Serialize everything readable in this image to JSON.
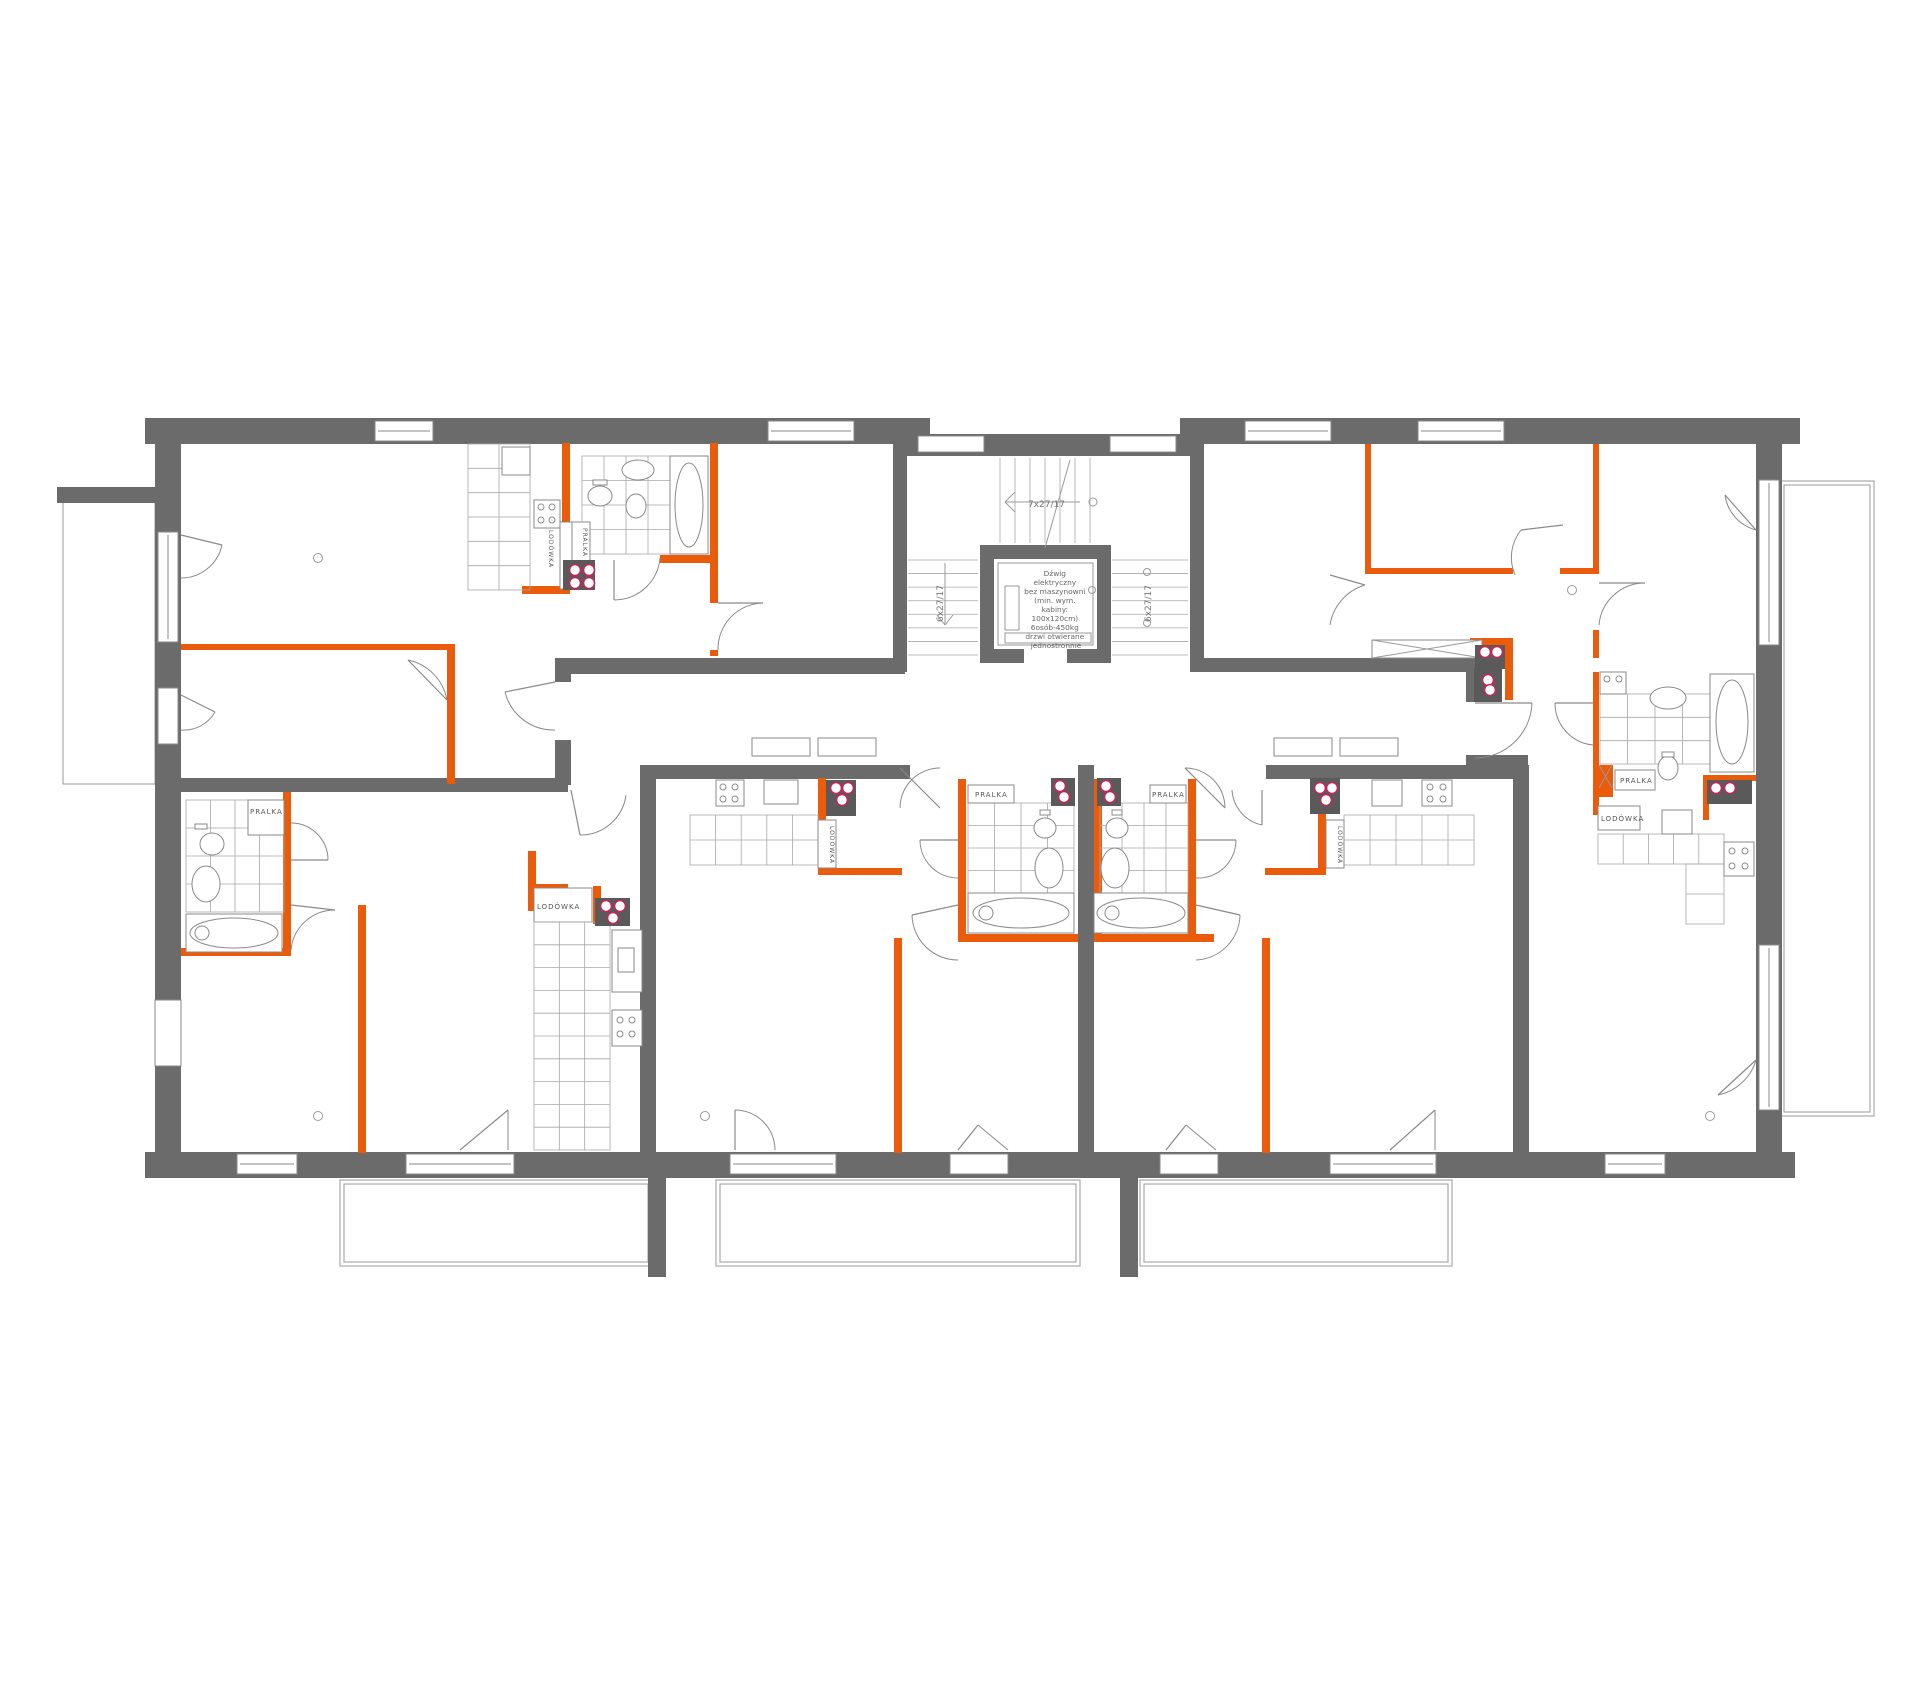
{
  "labels": {
    "pralka": "PRALKA",
    "lodowka": "LODÓWKA",
    "stair_top": "7x27/17",
    "stair_left": "6x27/17",
    "stair_right": "6x27/17"
  },
  "elevator_note": {
    "lines": [
      "Dźwig",
      "elektryczny",
      "bez maszynowni",
      "(min. wym.",
      "kabiny:",
      "100x120cm)",
      "6osób-450kg",
      "drzwi otwierane",
      "jednostronnie"
    ]
  },
  "colors": {
    "wall": "#6b6b6b",
    "partition": "#ea5b0c",
    "shaft": "#c0275a"
  }
}
